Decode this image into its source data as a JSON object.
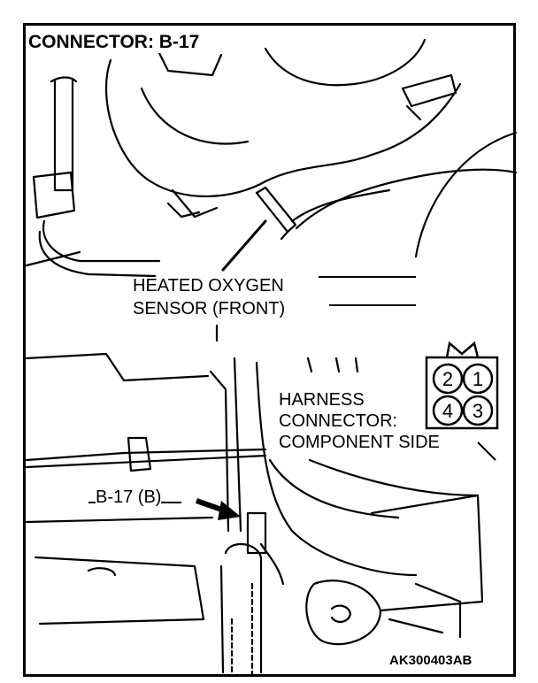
{
  "diagram": {
    "title": "CONNECTOR: B-17",
    "sensor_label_line1": "HEATED OXYGEN",
    "sensor_label_line2": "SENSOR (FRONT)",
    "harness_label_line1": "HARNESS",
    "harness_label_line2": "CONNECTOR:",
    "harness_label_line3": "COMPONENT SIDE",
    "connector_callout": "B-17 (B)",
    "figure_code": "AK300403AB",
    "pins": [
      "2",
      "1",
      "4",
      "3"
    ]
  }
}
